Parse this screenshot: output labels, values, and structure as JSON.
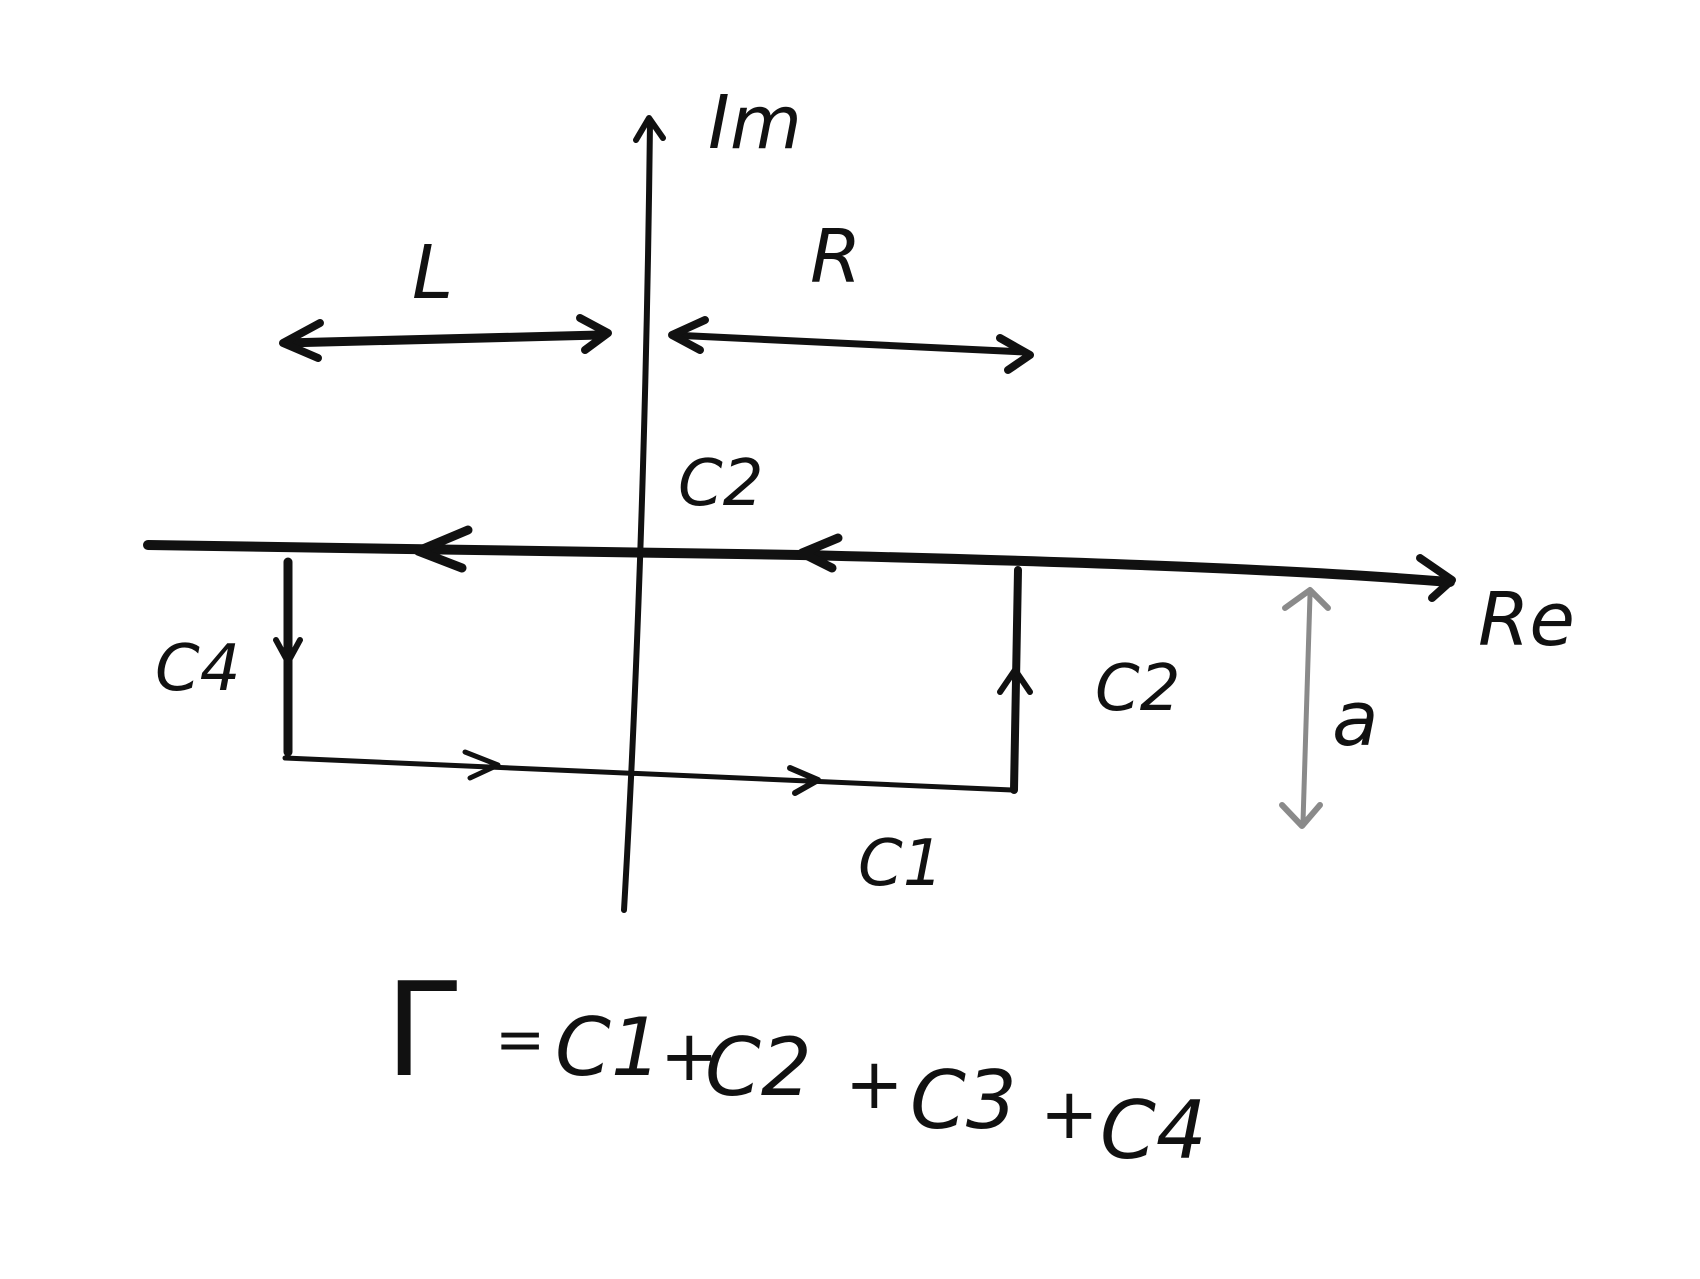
{
  "diagram": {
    "axes": {
      "imaginary_label": "Im",
      "real_label": "Re"
    },
    "half_widths": {
      "left_label": "L",
      "right_label": "R"
    },
    "height_label": "a",
    "contour_labels": {
      "top": "C2",
      "bottom": "C1",
      "right": "C2",
      "left": "C4"
    },
    "equation": {
      "lhs": "Γ",
      "eq": "=",
      "terms": [
        "C1",
        "C2",
        "C3",
        "C4"
      ],
      "plus": "+"
    }
  },
  "colors": {
    "ink": "#111111",
    "faded_ink": "#8a8a8a",
    "board": "#ffffff"
  }
}
